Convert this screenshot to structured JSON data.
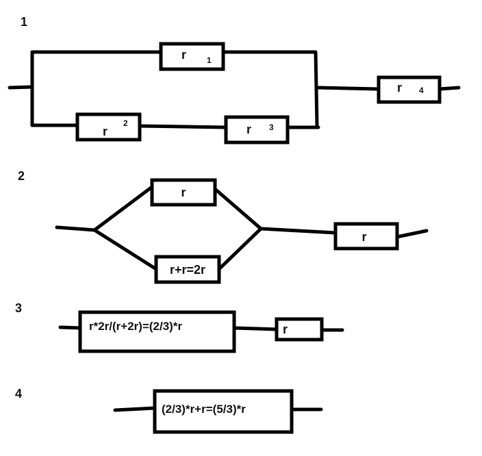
{
  "steps": [
    {
      "number": "1",
      "resistors": [
        {
          "name": "r",
          "subscript": "1"
        },
        {
          "name": "r",
          "subscript": "2"
        },
        {
          "name": "r",
          "subscript": "3"
        },
        {
          "name": "r",
          "subscript": "4"
        }
      ]
    },
    {
      "number": "2",
      "resistors": [
        {
          "label": "r"
        },
        {
          "label": "r+r=2r"
        },
        {
          "label": "r"
        }
      ]
    },
    {
      "number": "3",
      "resistors": [
        {
          "label": "r*2r/(r+2r)=(2/3)*r"
        },
        {
          "label": "r"
        }
      ]
    },
    {
      "number": "4",
      "resistors": [
        {
          "label": "(2/3)*r+r=(5/3)*r"
        }
      ]
    }
  ]
}
